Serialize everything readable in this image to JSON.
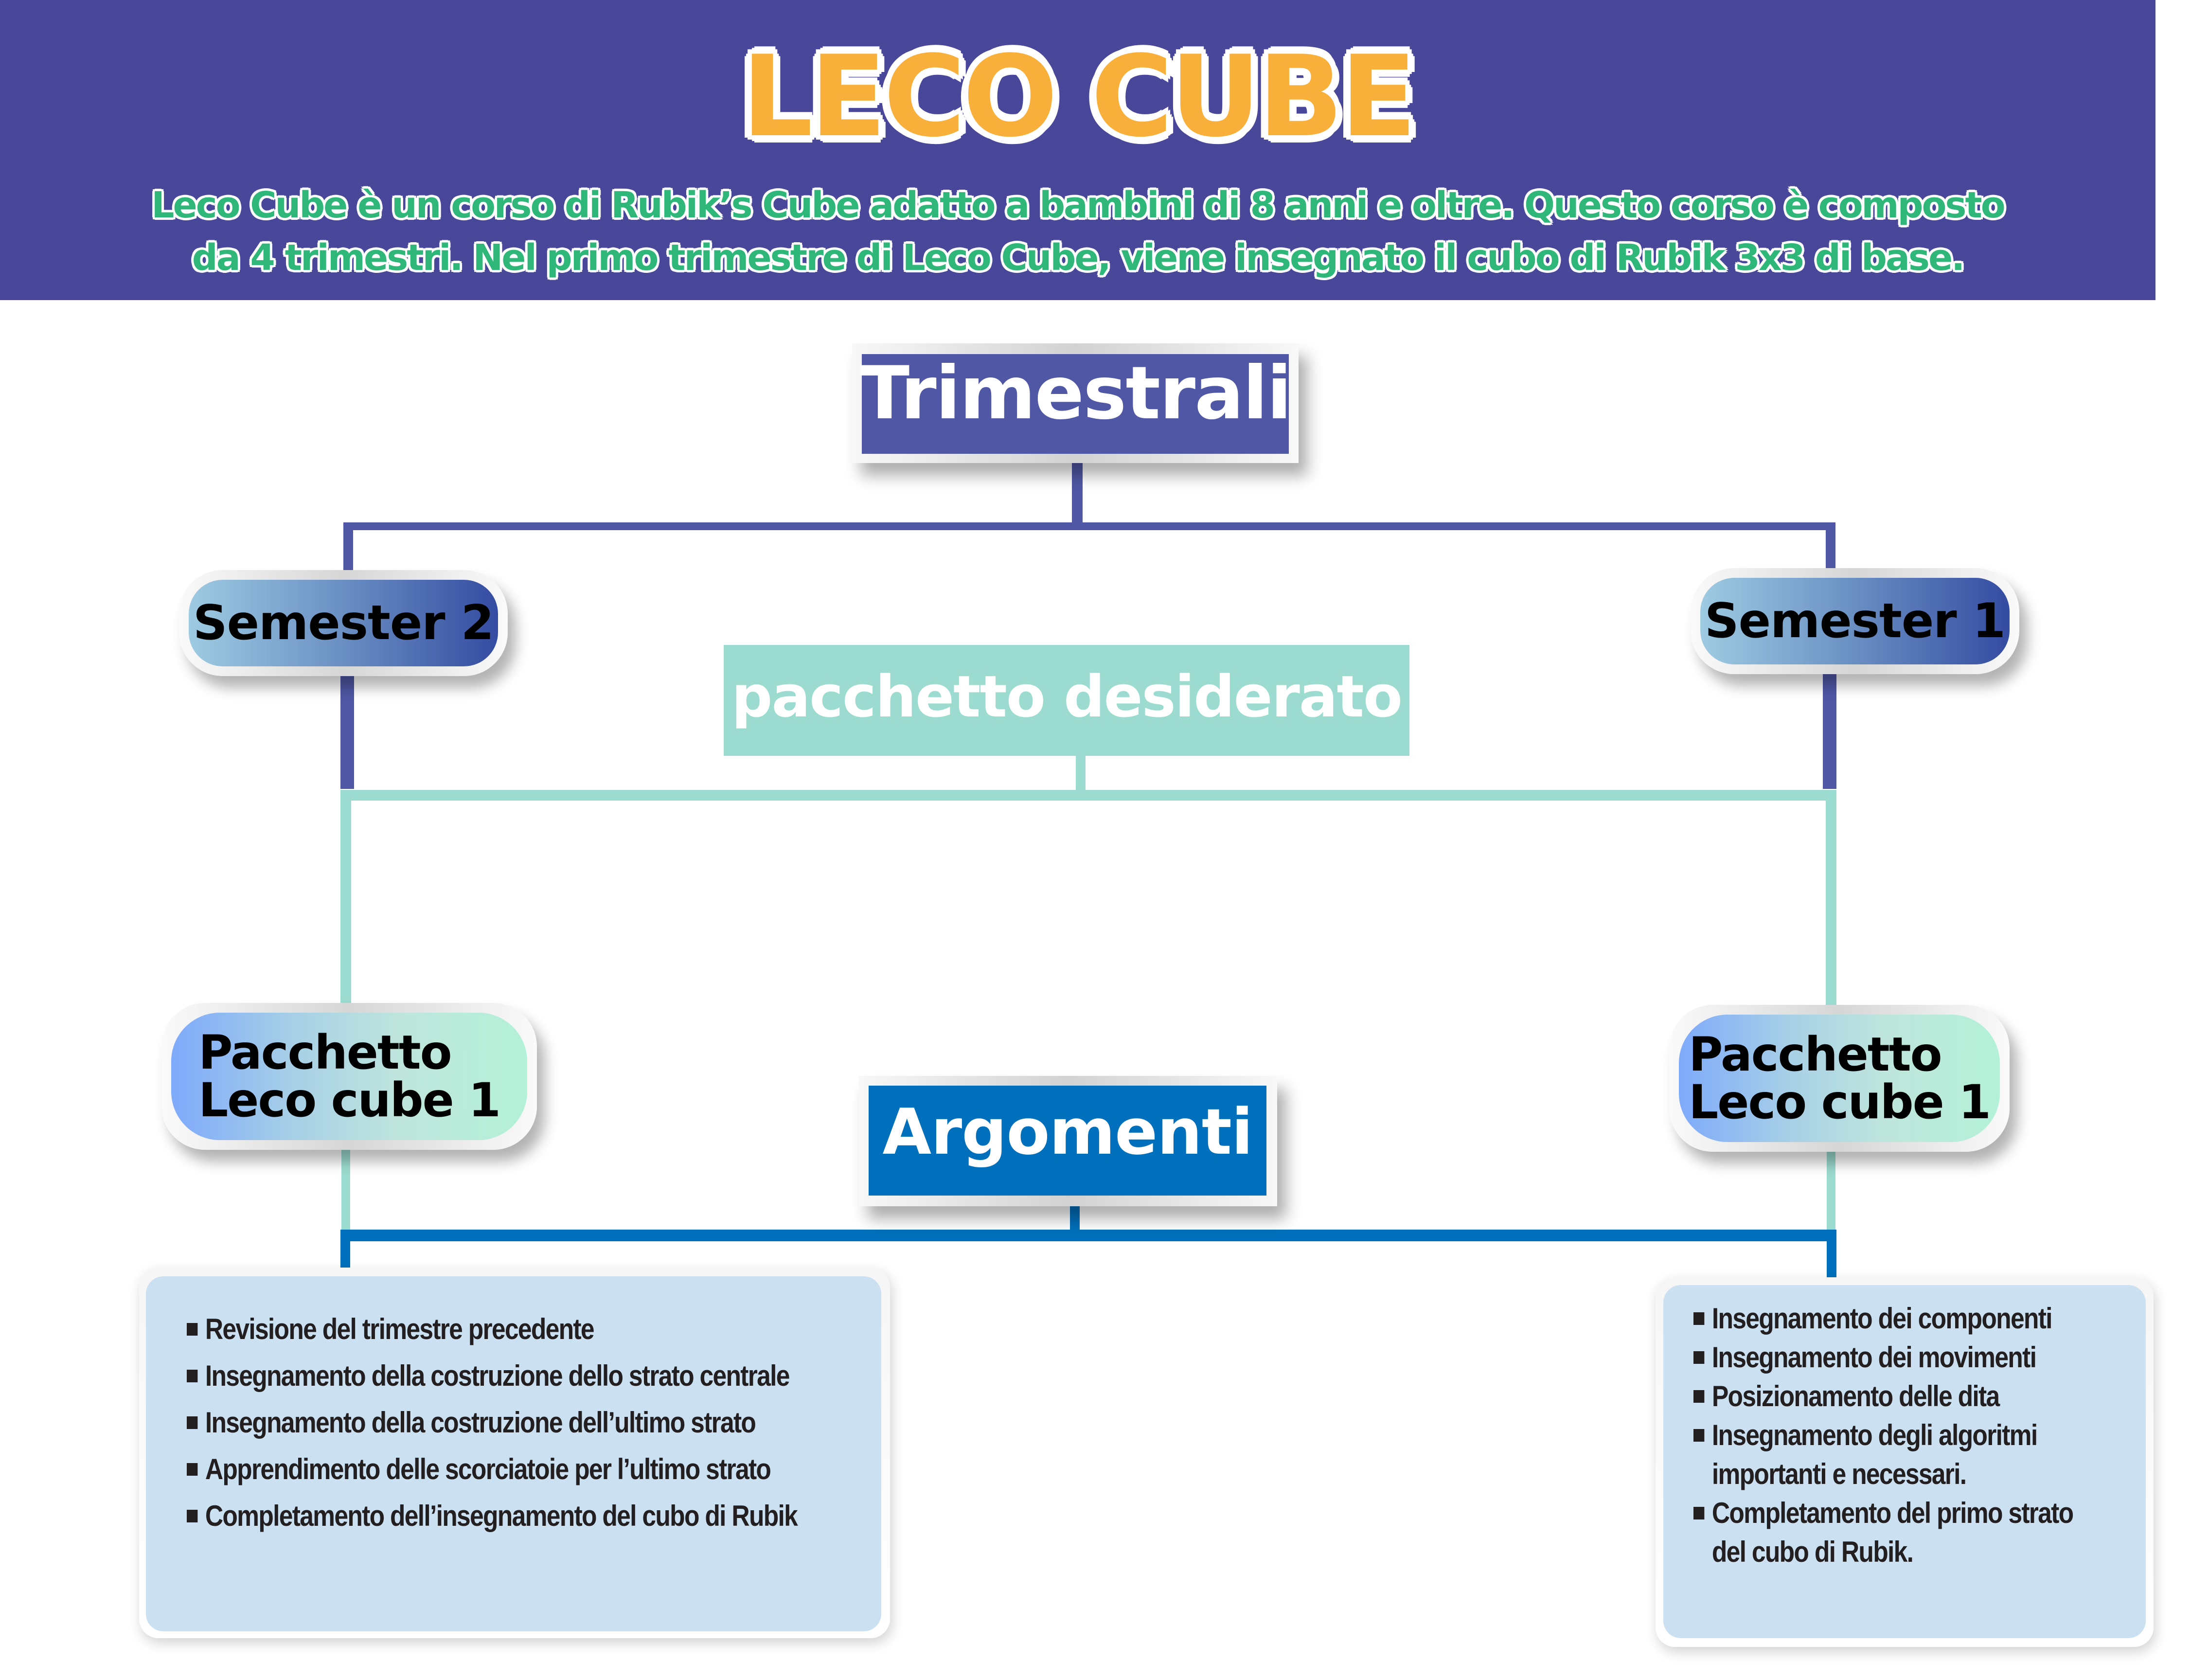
{
  "header": {
    "title": "LECO CUBE",
    "description_lines": [
      "Leco Cube è un corso di Rubik’s Cube adatto a bambini di 8 anni e oltre. Questo corso è composto",
      "da 4 trimestri. Nel primo trimestre di Leco Cube, viene insegnato il cubo di Rubik 3x3 di base."
    ]
  },
  "diagram": {
    "root": {
      "label": "Trimestrali"
    },
    "semesters": [
      {
        "label": "Semester 2"
      },
      {
        "label": "Semester 1"
      }
    ],
    "package_heading": {
      "label": "pacchetto desiderato"
    },
    "packages": [
      {
        "line1": "Pacchetto",
        "line2": "Leco cube 1"
      },
      {
        "line1": "Pacchetto",
        "line2": "Leco cube 1"
      }
    ],
    "topics_heading": {
      "label": "Argomenti"
    },
    "topics_left": [
      {
        "text": "Revisione del trimestre precedente"
      },
      {
        "text": "Insegnamento della costruzione dello strato centrale"
      },
      {
        "text": "Insegnamento della costruzione dell’ultimo strato"
      },
      {
        "text": "Apprendimento delle scorciatoie per l’ultimo strato"
      },
      {
        "text": "Completamento dell’insegnamento del cubo di Rubik"
      }
    ],
    "topics_right": [
      {
        "text": "Insegnamento dei componenti"
      },
      {
        "text": "Insegnamento dei movimenti"
      },
      {
        "text": "Posizionamento delle dita"
      },
      {
        "text": "Insegnamento degli algoritmi",
        "cont": "importanti e necessari."
      },
      {
        "text": "Completamento del primo strato",
        "cont": "del cubo di Rubik."
      }
    ]
  },
  "colors": {
    "header_bg": "#49479a",
    "title": "#f9b03a",
    "subtitle": "#2fb77a",
    "trimestrali": "#5058a6",
    "pacchetto_teal": "#9cdbcf",
    "argomenti_blue": "#0070bc",
    "panel_bg": "#cbe1f1"
  }
}
